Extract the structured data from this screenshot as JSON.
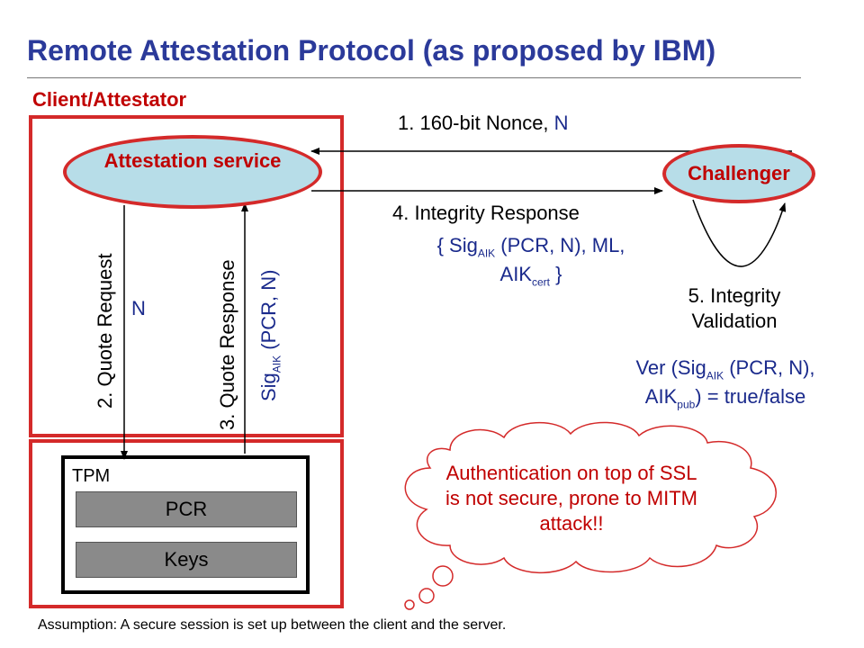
{
  "slide": {
    "title": "Remote Attestation Protocol (as proposed by IBM)",
    "client_label": "Client/Attestator",
    "attestation_service": "Attestation service",
    "challenger": "Challenger",
    "tpm": {
      "label": "TPM",
      "pcr": "PCR",
      "keys": "Keys"
    },
    "step1": {
      "text": "1. 160-bit Nonce, ",
      "n": "N"
    },
    "step2": {
      "text": "2. Quote Request",
      "n": "N"
    },
    "step3": {
      "text": "3. Quote Response",
      "sig": "Sig",
      "sig_sub": "AIK",
      "sig_rest": " (PCR, N)"
    },
    "step4": {
      "text": "4. Integrity Response",
      "line1_pre": "{ Sig",
      "line1_sub": "AIK",
      "line1_post": " (PCR, N), ML,",
      "line2_pre": "AIK",
      "line2_sub": "cert",
      "line2_post": " }"
    },
    "step5": {
      "line1": "5. Integrity",
      "line2": "Validation"
    },
    "verify": {
      "line1_pre": "Ver (Sig",
      "line1_sub": "AIK",
      "line1_post": " (PCR, N),",
      "line2_pre": "AIK",
      "line2_sub": "pub",
      "line2_post": ") = true/false"
    },
    "cloud_text": "Authentication on top of SSL is not secure, prone to MITM attack!!",
    "footer": "Assumption: A secure session is set up between the client and the server."
  },
  "colors": {
    "title": "#2b3a9a",
    "accent_red": "#d42a2a",
    "ellipse_fill": "#b7dde8",
    "text_blue": "#1a2a8c",
    "cloud_text": "#c00000"
  }
}
